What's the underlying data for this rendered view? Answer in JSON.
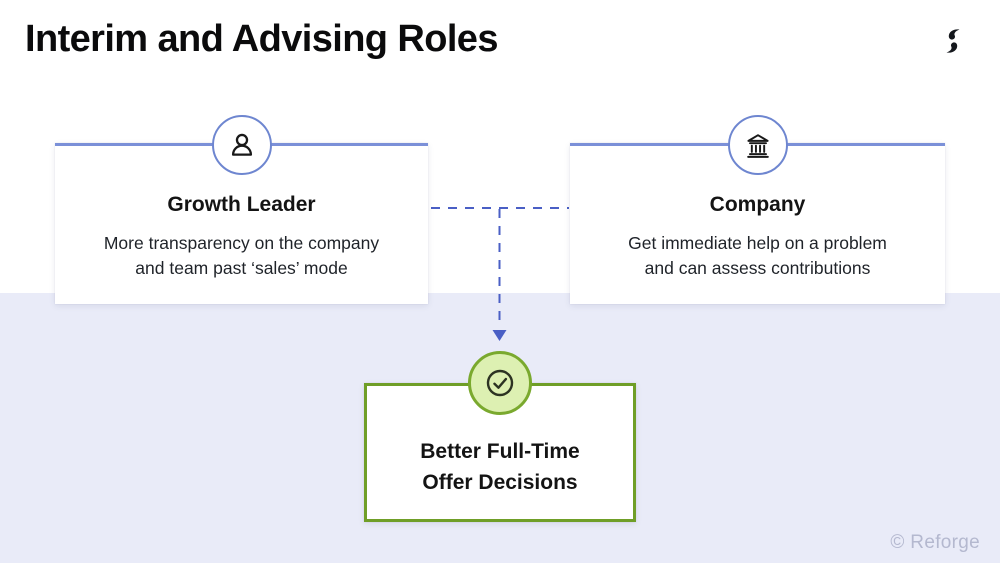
{
  "slide": {
    "title": "Interim and Advising Roles",
    "watermark": "© Reforge"
  },
  "colors": {
    "card_top_line_blue": "#7b90d8",
    "circle_border_blue": "#6e86d0",
    "connector_blue": "#4a5fc5",
    "outcome_border_green": "#6f9e27",
    "outcome_circle_fill": "#ddf0b2",
    "background_band": "#e9ebf8",
    "text_dark": "#141414",
    "watermark_gray": "#b4b8cf"
  },
  "nodes": {
    "growth_leader": {
      "icon": "person-icon",
      "title": "Growth Leader",
      "lines": [
        "More transparency on the company",
        "and team past ‘sales’ mode"
      ]
    },
    "company": {
      "icon": "bank-icon",
      "title": "Company",
      "lines": [
        "Get immediate help on a problem",
        "and can assess contributions"
      ]
    },
    "outcome": {
      "icon": "check-circle-icon",
      "lines": [
        "Better Full-Time",
        "Offer Decisions"
      ]
    }
  }
}
